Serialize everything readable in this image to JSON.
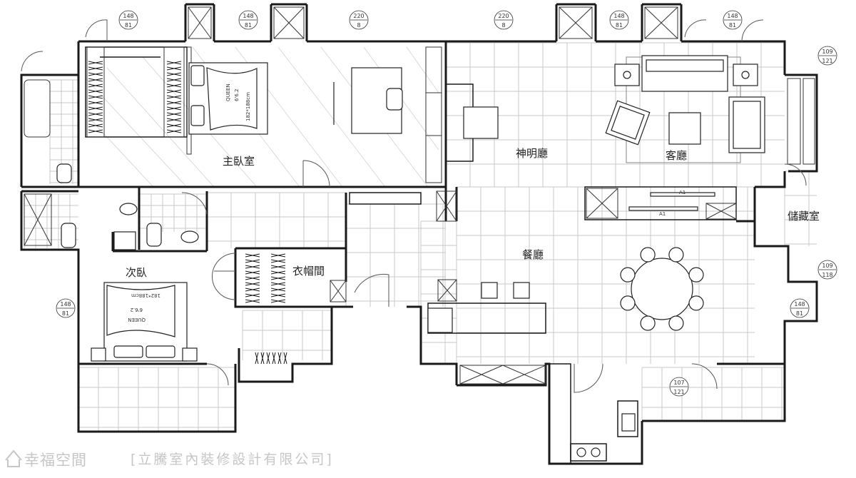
{
  "rooms": {
    "master_bedroom": "主臥室",
    "shrine_hall": "神明廳",
    "living_room": "客廳",
    "storage_room": "儲藏室",
    "dining_room": "餐廳",
    "second_bedroom": "次臥",
    "walk_in_closet": "衣帽間"
  },
  "window_tags": [
    {
      "top": "148",
      "bottom": "81"
    },
    {
      "top": "148",
      "bottom": "81"
    },
    {
      "top": "220",
      "bottom": "8"
    },
    {
      "top": "220",
      "bottom": "8"
    },
    {
      "top": "148",
      "bottom": "81"
    },
    {
      "top": "148",
      "bottom": "81"
    },
    {
      "top": "109",
      "bottom": "121"
    },
    {
      "top": "109",
      "bottom": "118"
    },
    {
      "top": "148",
      "bottom": "81"
    },
    {
      "top": "148",
      "bottom": "81"
    },
    {
      "top": "107",
      "bottom": "121"
    }
  ],
  "master_bed": {
    "size_label": "QUEEN",
    "spec": "6'6.2",
    "dims": "182*188cm"
  },
  "second_bed": {
    "size_label": "QUEEN",
    "spec": "6'6.2",
    "dims": "182*188cm"
  },
  "tv_label": "A1",
  "watermark": {
    "brand": "幸福空間",
    "company": "[立騰室內裝修設計有限公司]"
  },
  "colors": {
    "wall": "#1a1a1a",
    "grid": "#c8c8c8",
    "watermark": "#c6c6c6"
  }
}
